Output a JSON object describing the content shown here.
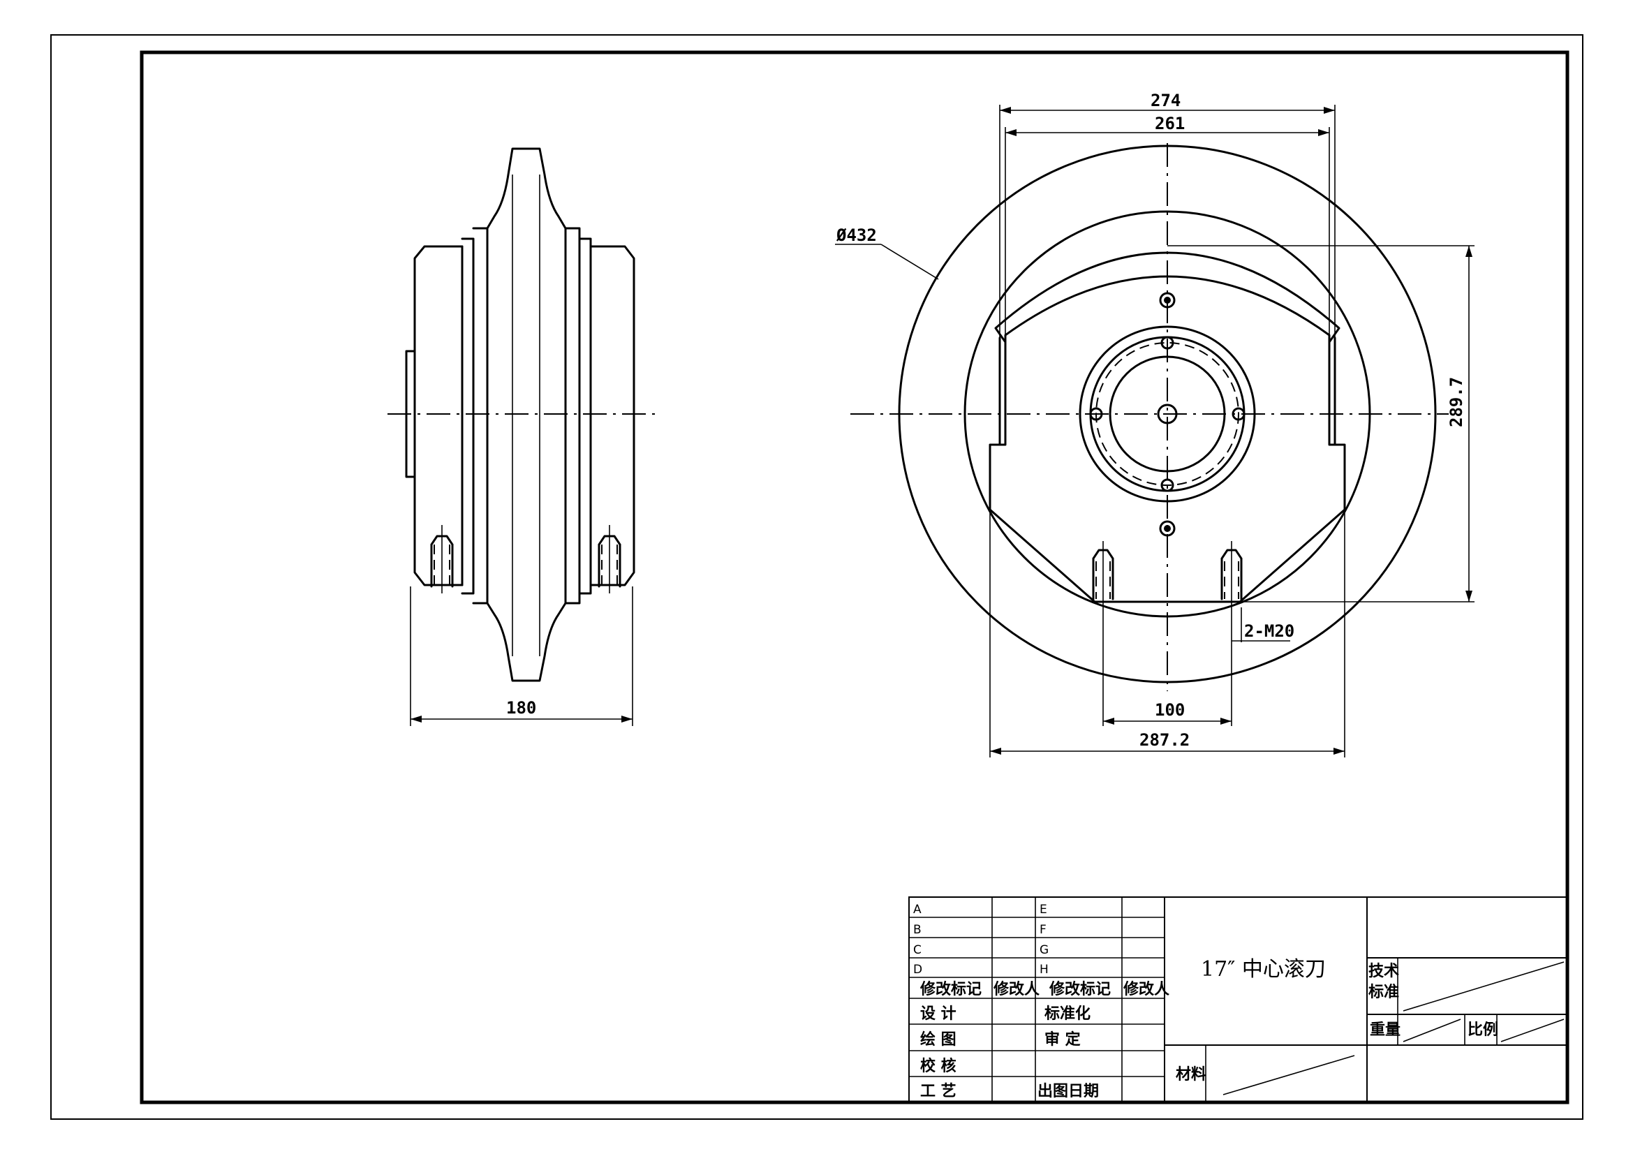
{
  "dimensions": {
    "side_width": "180",
    "outer_width": "274",
    "inner_width": "261",
    "diameter": "Ø432",
    "height": "289.7",
    "thread": "2-M20",
    "bolt_spacing": "100",
    "base_width": "287.2"
  },
  "title_block": {
    "title": "17″ 中心滚刀",
    "rev_letters_left": [
      "A",
      "B",
      "C",
      "D"
    ],
    "rev_letters_right": [
      "E",
      "F",
      "G",
      "H"
    ],
    "rev_mark_label": "修改标记",
    "rev_person_label": "修改人",
    "rev_mark_label_2": "修改标记",
    "rev_person_label_2": "修改人",
    "design": "设 计",
    "drawing": "绘 图",
    "check": "校 核",
    "process": "工 艺",
    "standardize": "标准化",
    "review": "审 定",
    "issue_date": "出图日期",
    "material": "材料",
    "tech_std_1": "技术",
    "tech_std_2": "标准",
    "weight": "重量",
    "scale": "比例"
  }
}
